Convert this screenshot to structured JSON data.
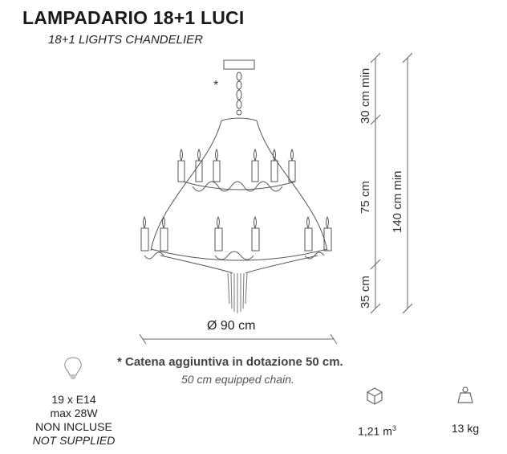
{
  "header": {
    "title": "LAMPADARIO 18+1 LUCI",
    "subtitle": "18+1 LIGHTS CHANDELIER"
  },
  "drawing": {
    "chain_marker": "*",
    "diameter_label": "Ø 90 cm",
    "height_segments": [
      "30 cm min",
      "75 cm",
      "35 cm"
    ],
    "total_height": "140 cm min"
  },
  "note": {
    "it": "* Catena aggiuntiva in dotazione 50 cm.",
    "en": "50 cm equipped chain."
  },
  "specs": {
    "bulb": {
      "icon": "bulb-icon",
      "lines": [
        "19 x E14",
        "max 28W",
        "NON INCLUSE",
        "NOT SUPPLIED"
      ]
    },
    "volume": {
      "icon": "box-icon",
      "value": "1,21 m",
      "unit_exp": "3"
    },
    "weight": {
      "icon": "weight-icon",
      "value": "13 kg"
    }
  }
}
